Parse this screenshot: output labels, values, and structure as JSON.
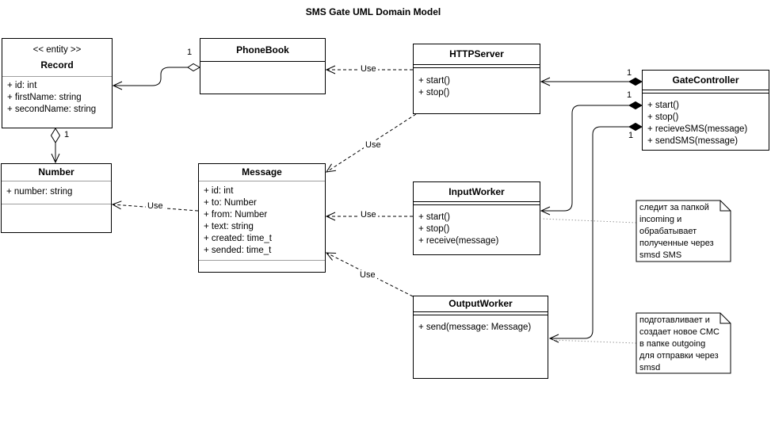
{
  "title": "SMS Gate UML Domain Model",
  "classes": {
    "record": {
      "stereotype": "<< entity >>",
      "name": "Record",
      "attributes": [
        "+ id: int",
        "+ firstName: string",
        "+ secondName: string"
      ]
    },
    "phonebook": {
      "name": "PhoneBook"
    },
    "httpserver": {
      "name": "HTTPServer",
      "operations": [
        "+ start()",
        "+ stop()"
      ]
    },
    "gatecontroller": {
      "name": "GateController",
      "operations": [
        "+ start()",
        "+ stop()",
        "+ recieveSMS(message)",
        "+ sendSMS(message)"
      ]
    },
    "number": {
      "name": "Number",
      "attributes": [
        "+ number: string"
      ]
    },
    "message": {
      "name": "Message",
      "attributes": [
        "+ id: int",
        "+ to: Number",
        "+ from: Number",
        "+ text: string",
        "+ created: time_t",
        "+ sended: time_t"
      ]
    },
    "inputworker": {
      "name": "InputWorker",
      "operations": [
        "+ start()",
        "+ stop()",
        "+ receive(message)"
      ]
    },
    "outputworker": {
      "name": "OutputWorker",
      "operations": [
        "+ send(message: Message)"
      ]
    }
  },
  "relationships": [
    {
      "from": "PhoneBook",
      "to": "Record",
      "type": "aggregation",
      "multiplicity": "1"
    },
    {
      "from": "Record",
      "to": "Number",
      "type": "aggregation",
      "multiplicity": "1"
    },
    {
      "from": "GateController",
      "to": "HTTPServer",
      "type": "composition",
      "multiplicity": "1"
    },
    {
      "from": "GateController",
      "to": "InputWorker",
      "type": "composition",
      "multiplicity": "1"
    },
    {
      "from": "GateController",
      "to": "OutputWorker",
      "type": "composition",
      "multiplicity": "1"
    },
    {
      "from": "HTTPServer",
      "to": "PhoneBook",
      "type": "dependency",
      "label": "Use"
    },
    {
      "from": "HTTPServer",
      "to": "Message",
      "type": "dependency",
      "label": "Use"
    },
    {
      "from": "InputWorker",
      "to": "Message",
      "type": "dependency",
      "label": "Use"
    },
    {
      "from": "OutputWorker",
      "to": "Message",
      "type": "dependency",
      "label": "Use"
    },
    {
      "from": "Message",
      "to": "Number",
      "type": "dependency",
      "label": "Use"
    }
  ],
  "notes": {
    "incoming": {
      "target": "InputWorker",
      "lines": [
        "следит за папкой",
        "incoming и",
        "обрабатывает",
        "полученные через",
        "smsd SMS"
      ]
    },
    "outgoing": {
      "target": "OutputWorker",
      "lines": [
        "подготавливает и",
        "создает новое СМС",
        "в папке outgoing",
        "для отправки через",
        "smsd"
      ]
    }
  },
  "colors": {
    "line": "#000000",
    "separator": "#9e9e9e",
    "note_anchor": "#999999",
    "background": "#ffffff"
  }
}
